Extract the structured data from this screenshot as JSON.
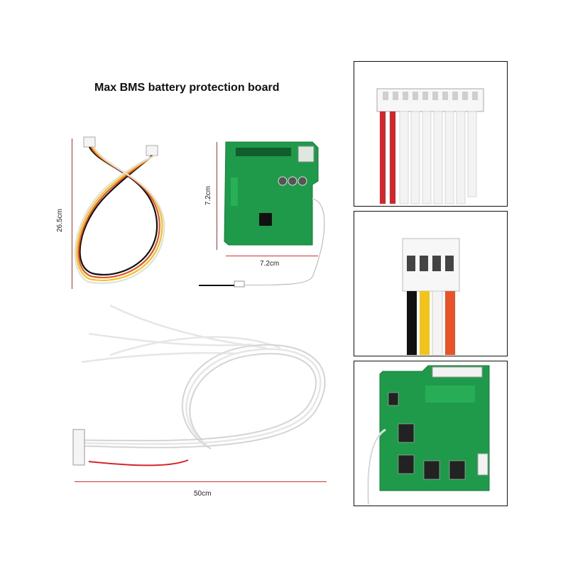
{
  "title": "Max BMS battery protection board",
  "dimensions": {
    "ntc_cable_length": "26.5cm",
    "board_height": "7.2cm",
    "board_width": "7.2cm",
    "balance_cable_length": "50cm"
  },
  "colors": {
    "pcb_green": "#1f9a4a",
    "dimension_line": "#cc3333",
    "wire_red": "#d8232a",
    "wire_yellow": "#f2c318",
    "wire_orange": "#e8532a",
    "wire_black": "#111111",
    "wire_white": "#f4f4f4"
  }
}
